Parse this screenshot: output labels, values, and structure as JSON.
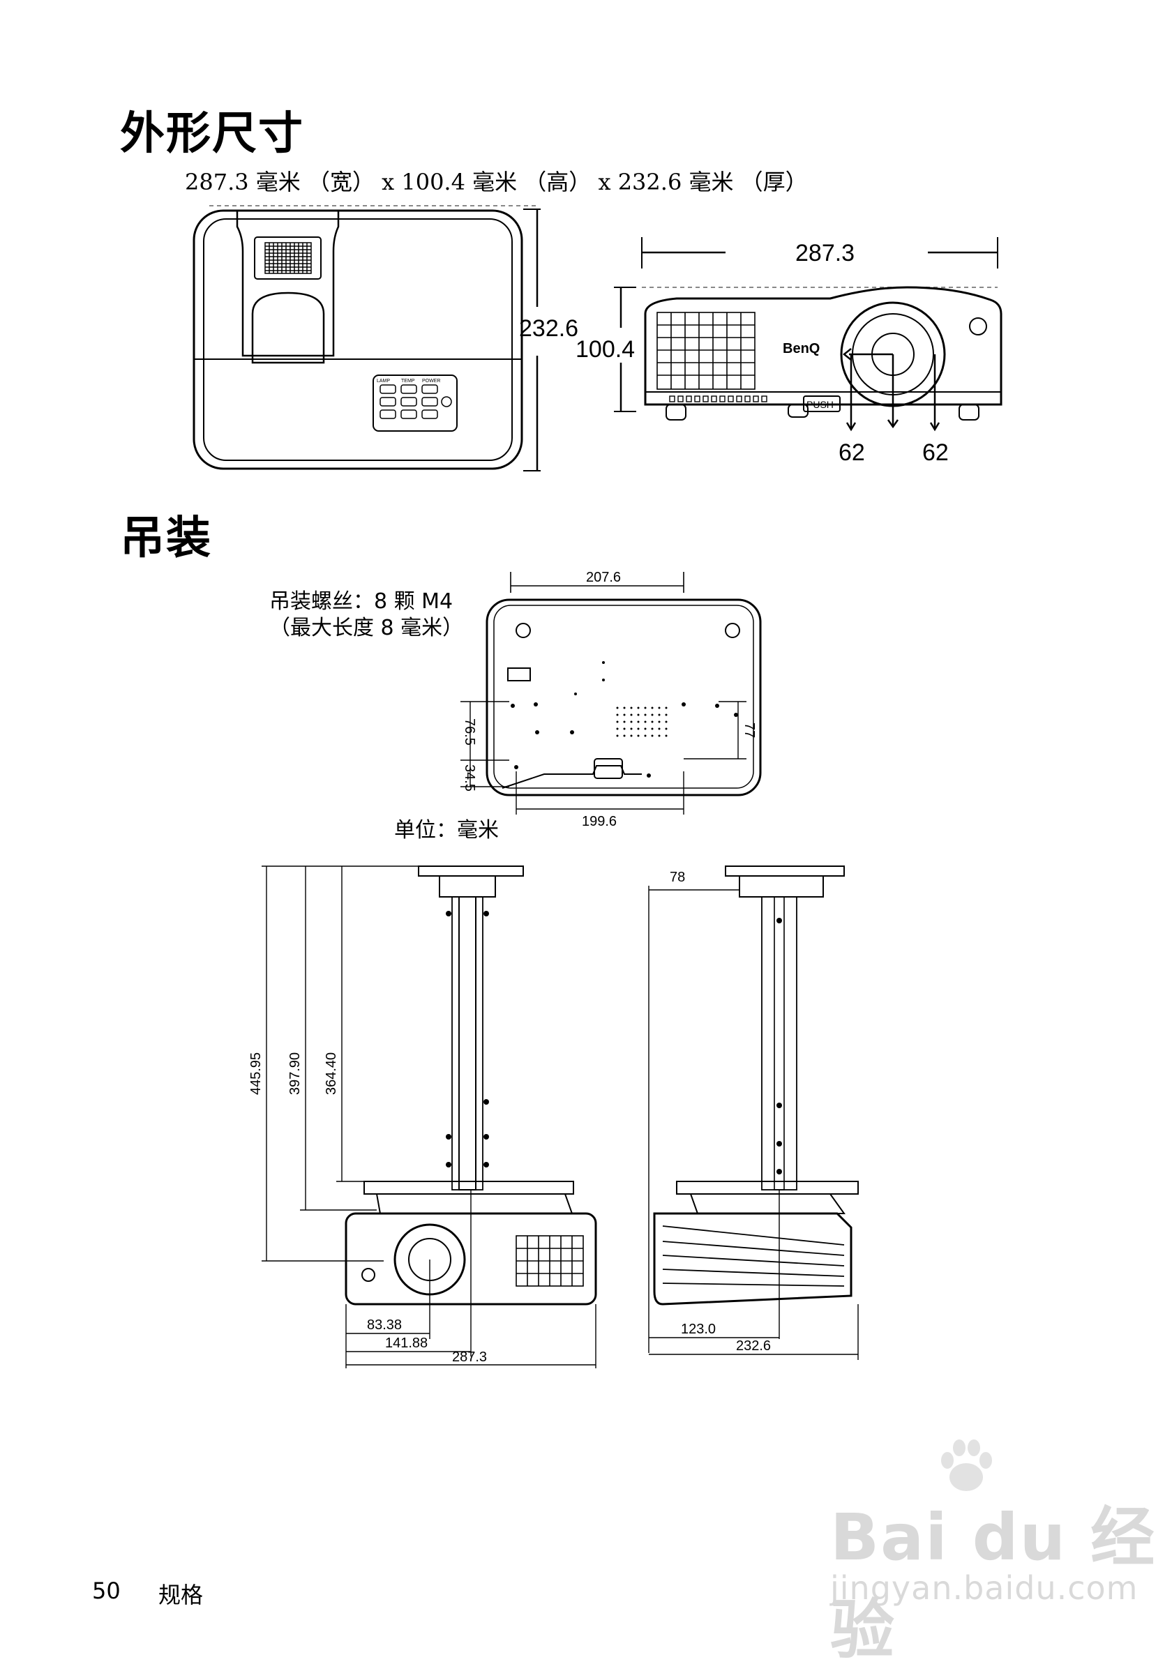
{
  "section_dimensions": {
    "title": "外形尺寸",
    "spec": "287.3 毫米 （宽） x 100.4 毫米 （高） x 232.6 毫米 （厚）",
    "top_view": {
      "depth_label": "232.6"
    },
    "front_view": {
      "width_label": "287.3",
      "height_label": "100.4",
      "tilt_left": "62",
      "tilt_right": "62",
      "brand": "BenQ",
      "push_label": "PUSH"
    },
    "keypad_labels": [
      "LAMP",
      "TEMP",
      "POWER"
    ]
  },
  "section_ceiling": {
    "title": "吊装",
    "screw_note_line1": "吊装螺丝：8 颗 M4",
    "screw_note_line2": "（最大长度 8 毫米）",
    "unit_note": "单位：毫米",
    "bottom_view": {
      "top_width": "207.6",
      "bottom_width": "199.6",
      "left_upper": "76.5",
      "left_lower": "34.5",
      "right": "77"
    },
    "mount_front": {
      "h1": "445.95",
      "h2": "397.90",
      "h3": "364.40",
      "w1": "83.38",
      "w2": "141.88",
      "w3": "287.3"
    },
    "mount_side": {
      "top_offset": "78",
      "w1": "123.0",
      "w2": "232.6"
    }
  },
  "footer": {
    "page_number": "50",
    "section": "规格"
  },
  "watermark": {
    "brand": "Bai du 经验",
    "url": "jingyan.baidu.com"
  }
}
